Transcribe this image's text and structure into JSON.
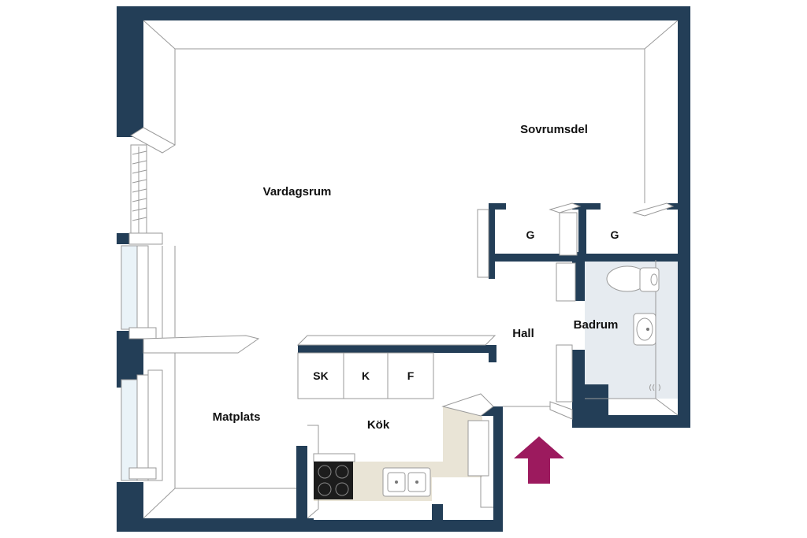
{
  "rooms": {
    "sovrumsdel": "Sovrumsdel",
    "vardagsrum": "Vardagsrum",
    "matplats": "Matplats",
    "kok": "Kök",
    "hall": "Hall",
    "badrum": "Badrum"
  },
  "wardrobes": {
    "g1": "G",
    "g2": "G"
  },
  "kitchen_units": {
    "sk": "SK",
    "k": "K",
    "f": "F"
  },
  "colors": {
    "wall": "#233e57",
    "bathroom_floor": "#e6ebf0",
    "kitchen_counter": "#e9e4d6",
    "entrance_arrow": "#9c1a5e",
    "stove": "#1c1c1c"
  },
  "icons": {
    "entrance": "entrance-arrow-icon"
  }
}
